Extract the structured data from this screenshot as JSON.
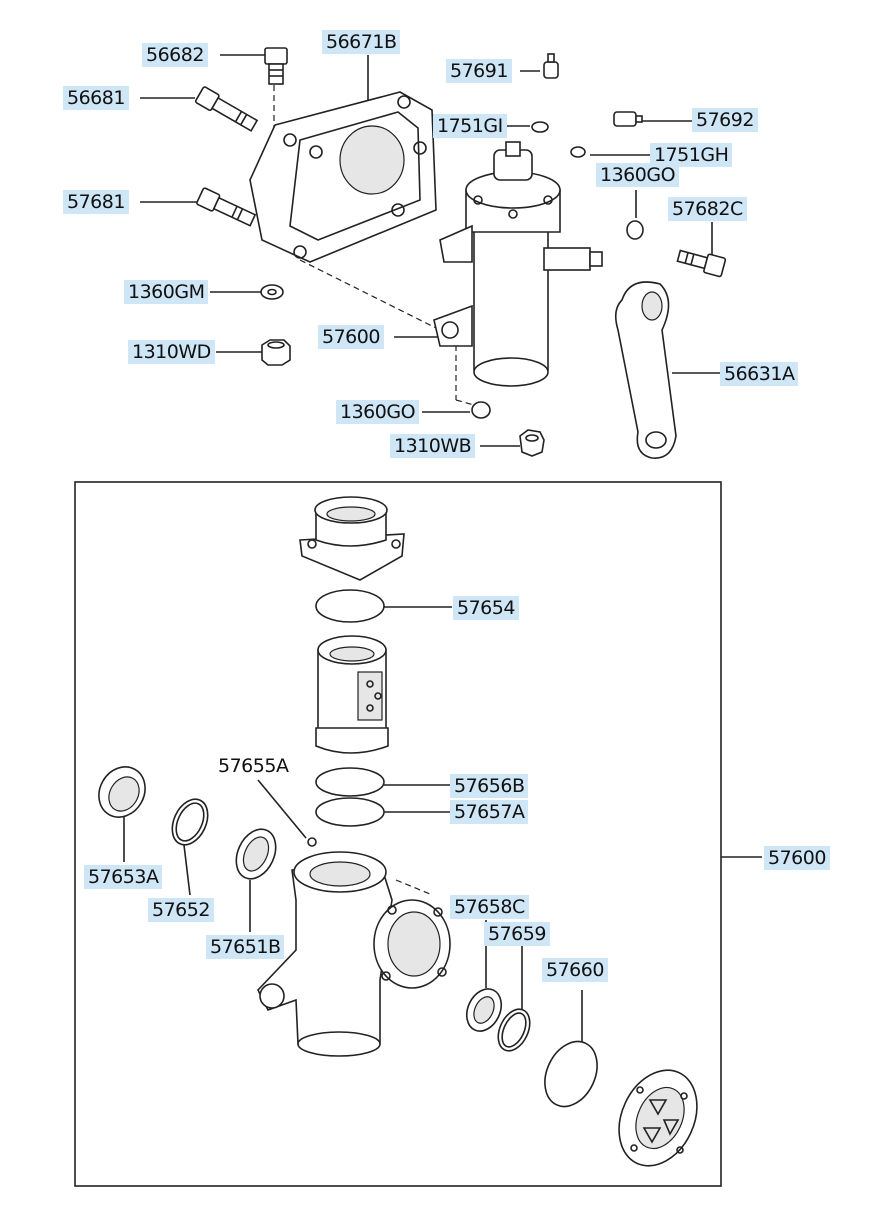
{
  "parts": {
    "p56682": "56682",
    "p56671B": "56671B",
    "p57691": "57691",
    "p56681": "56681",
    "p1751GI": "1751GI",
    "p57692": "57692",
    "p1751GH": "1751GH",
    "p1360GO_top": "1360GO",
    "p57681": "57681",
    "p57682C": "57682C",
    "p1360GM": "1360GM",
    "p57600_top": "57600",
    "p1310WD": "1310WD",
    "p56631A": "56631A",
    "p1360GO_bottom": "1360GO",
    "p1310WB": "1310WB",
    "p57654": "57654",
    "p57655A": "57655A",
    "p57656B": "57656B",
    "p57657A": "57657A",
    "p57653A": "57653A",
    "p57600_box": "57600",
    "p57652": "57652",
    "p57658C": "57658C",
    "p57659": "57659",
    "p57651B": "57651B",
    "p57660": "57660"
  }
}
